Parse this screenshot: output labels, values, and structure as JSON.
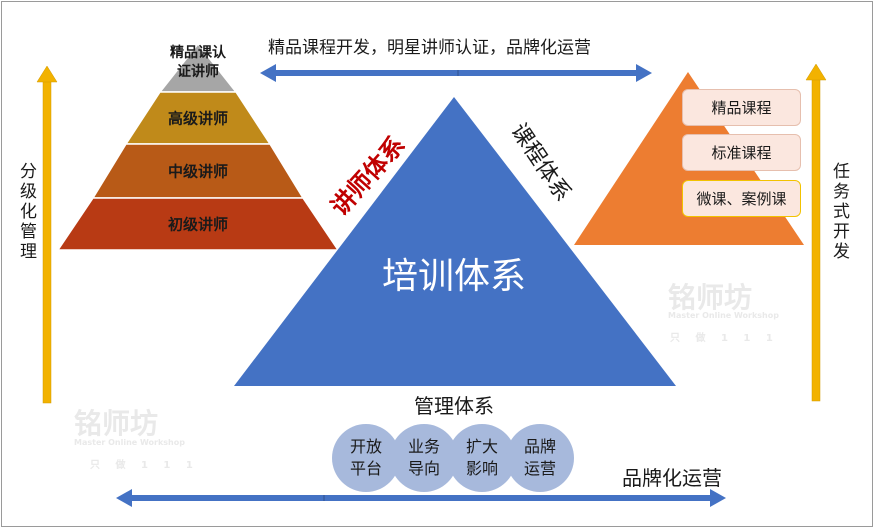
{
  "top_banner": "精品课程开发，明星讲师认证，品牌化运营",
  "left_side_label": "分级化管理",
  "right_side_label": "任务式开发",
  "instructor_pyramid": {
    "top": [
      "精品课认",
      "证讲师"
    ],
    "tiers": [
      "高级讲师",
      "中级讲师",
      "初级讲师"
    ],
    "colors": [
      "#a6a6a6",
      "#c08a1a",
      "#b85a17",
      "#b83a14"
    ]
  },
  "instructor_system_label": "讲师体系",
  "course_system_label": "课程体系",
  "central_title": "培训体系",
  "course_items": [
    "精品课程",
    "标准课程",
    "微课、案例课"
  ],
  "management_label": "管理体系",
  "management_items": [
    [
      "开放",
      "平台"
    ],
    [
      "业务",
      "导向"
    ],
    [
      "扩大",
      "影响"
    ],
    [
      "品牌",
      "运营"
    ]
  ],
  "brand_label": "品牌化运营",
  "watermark": {
    "text": "铭师坊",
    "subtext": "Master Online Workshop",
    "code": "只 做 1 1 1"
  },
  "colors": {
    "central_triangle": "#4472c4",
    "course_triangle": "#ed7d31",
    "arrow_blue": "#4472c4",
    "arrow_yellow": "#f2b200",
    "accent_red": "#c00000"
  }
}
